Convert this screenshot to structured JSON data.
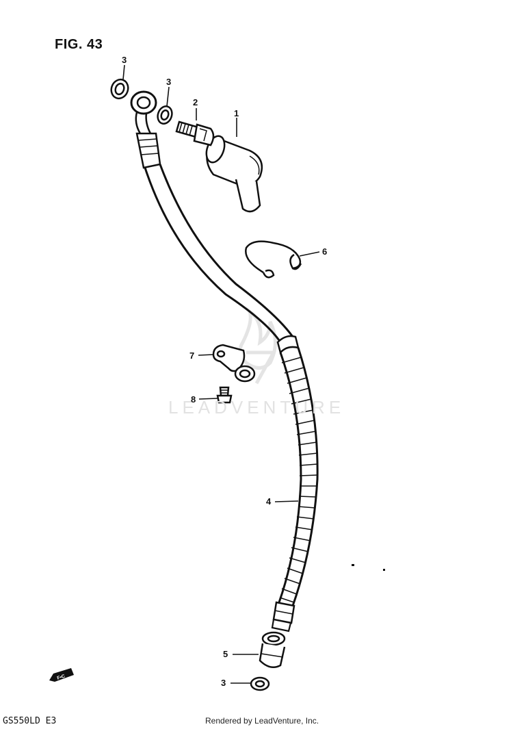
{
  "figure": {
    "title": "FIG. 43",
    "model_code": "GS550LD E3",
    "credit": "Rendered by LeadVenture, Inc.",
    "watermark_text": "LEADVENTURE",
    "callouts": {
      "c1": "1",
      "c2": "2",
      "c3a": "3",
      "c3b": "3",
      "c3c": "3",
      "c4": "4",
      "c5": "5",
      "c6": "6",
      "c7": "7",
      "c8": "8"
    },
    "front_marker": "F•C"
  },
  "colors": {
    "ink": "#111111",
    "watermark": "#e2e2e2"
  }
}
